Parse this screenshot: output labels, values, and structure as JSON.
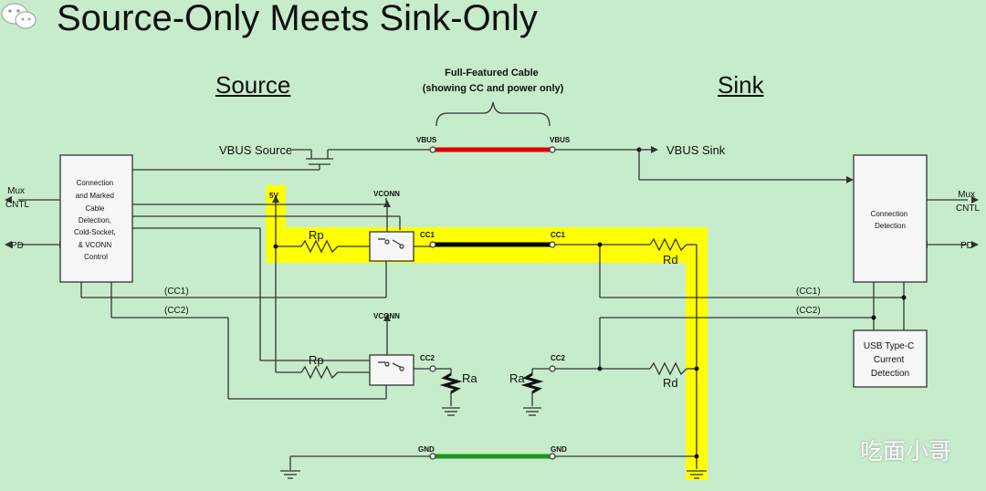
{
  "title": "Source-Only Meets Sink-Only",
  "source_heading": "Source",
  "sink_heading": "Sink",
  "cable": {
    "line1": "Full-Featured Cable",
    "line2": "(showing CC and power only)"
  },
  "left_box": {
    "lines": [
      "Connection",
      "and Marked",
      "Cable",
      "Detection,",
      "Cold-Socket,",
      "& VCONN",
      "Control"
    ]
  },
  "right_box": {
    "lines": [
      "Connection",
      "Detection"
    ]
  },
  "usb_box": {
    "lines": [
      "USB Type-C",
      "Current",
      "Detection"
    ]
  },
  "labels": {
    "mux_left": [
      "Mux",
      "CNTL"
    ],
    "pd_left": "PD",
    "mux_right": [
      "Mux",
      "CNTL"
    ],
    "pd_right": "PD",
    "vbus_source": "VBUS Source",
    "vbus_sink": "VBUS Sink",
    "vbus_left": "VBUS",
    "vbus_right": "VBUS",
    "five_v": "5V",
    "vconn_top": "VCONN",
    "vconn_bottom": "VCONN",
    "rp_top": "Rp",
    "rp_bottom": "Rp",
    "cc1_src": "CC1",
    "cc1_snk": "CC1",
    "cc2_src": "CC2",
    "cc2_snk": "CC2",
    "rd_top": "Rd",
    "rd_bottom": "Rd",
    "ra_left": "Ra",
    "ra_right": "Ra",
    "gnd_left": "GND",
    "gnd_right": "GND",
    "cc1_bus_left": "(CC1)",
    "cc2_bus_left": "(CC2)",
    "cc1_bus_right": "(CC1)",
    "cc2_bus_right": "(CC2)"
  },
  "watermark": "吃面小哥",
  "colors": {
    "background": "#c6eccb",
    "highlight": "#ffff00",
    "vbus_wire": "#e00000",
    "gnd_wire": "#1a9a1a",
    "cc_wire": "#000000"
  }
}
